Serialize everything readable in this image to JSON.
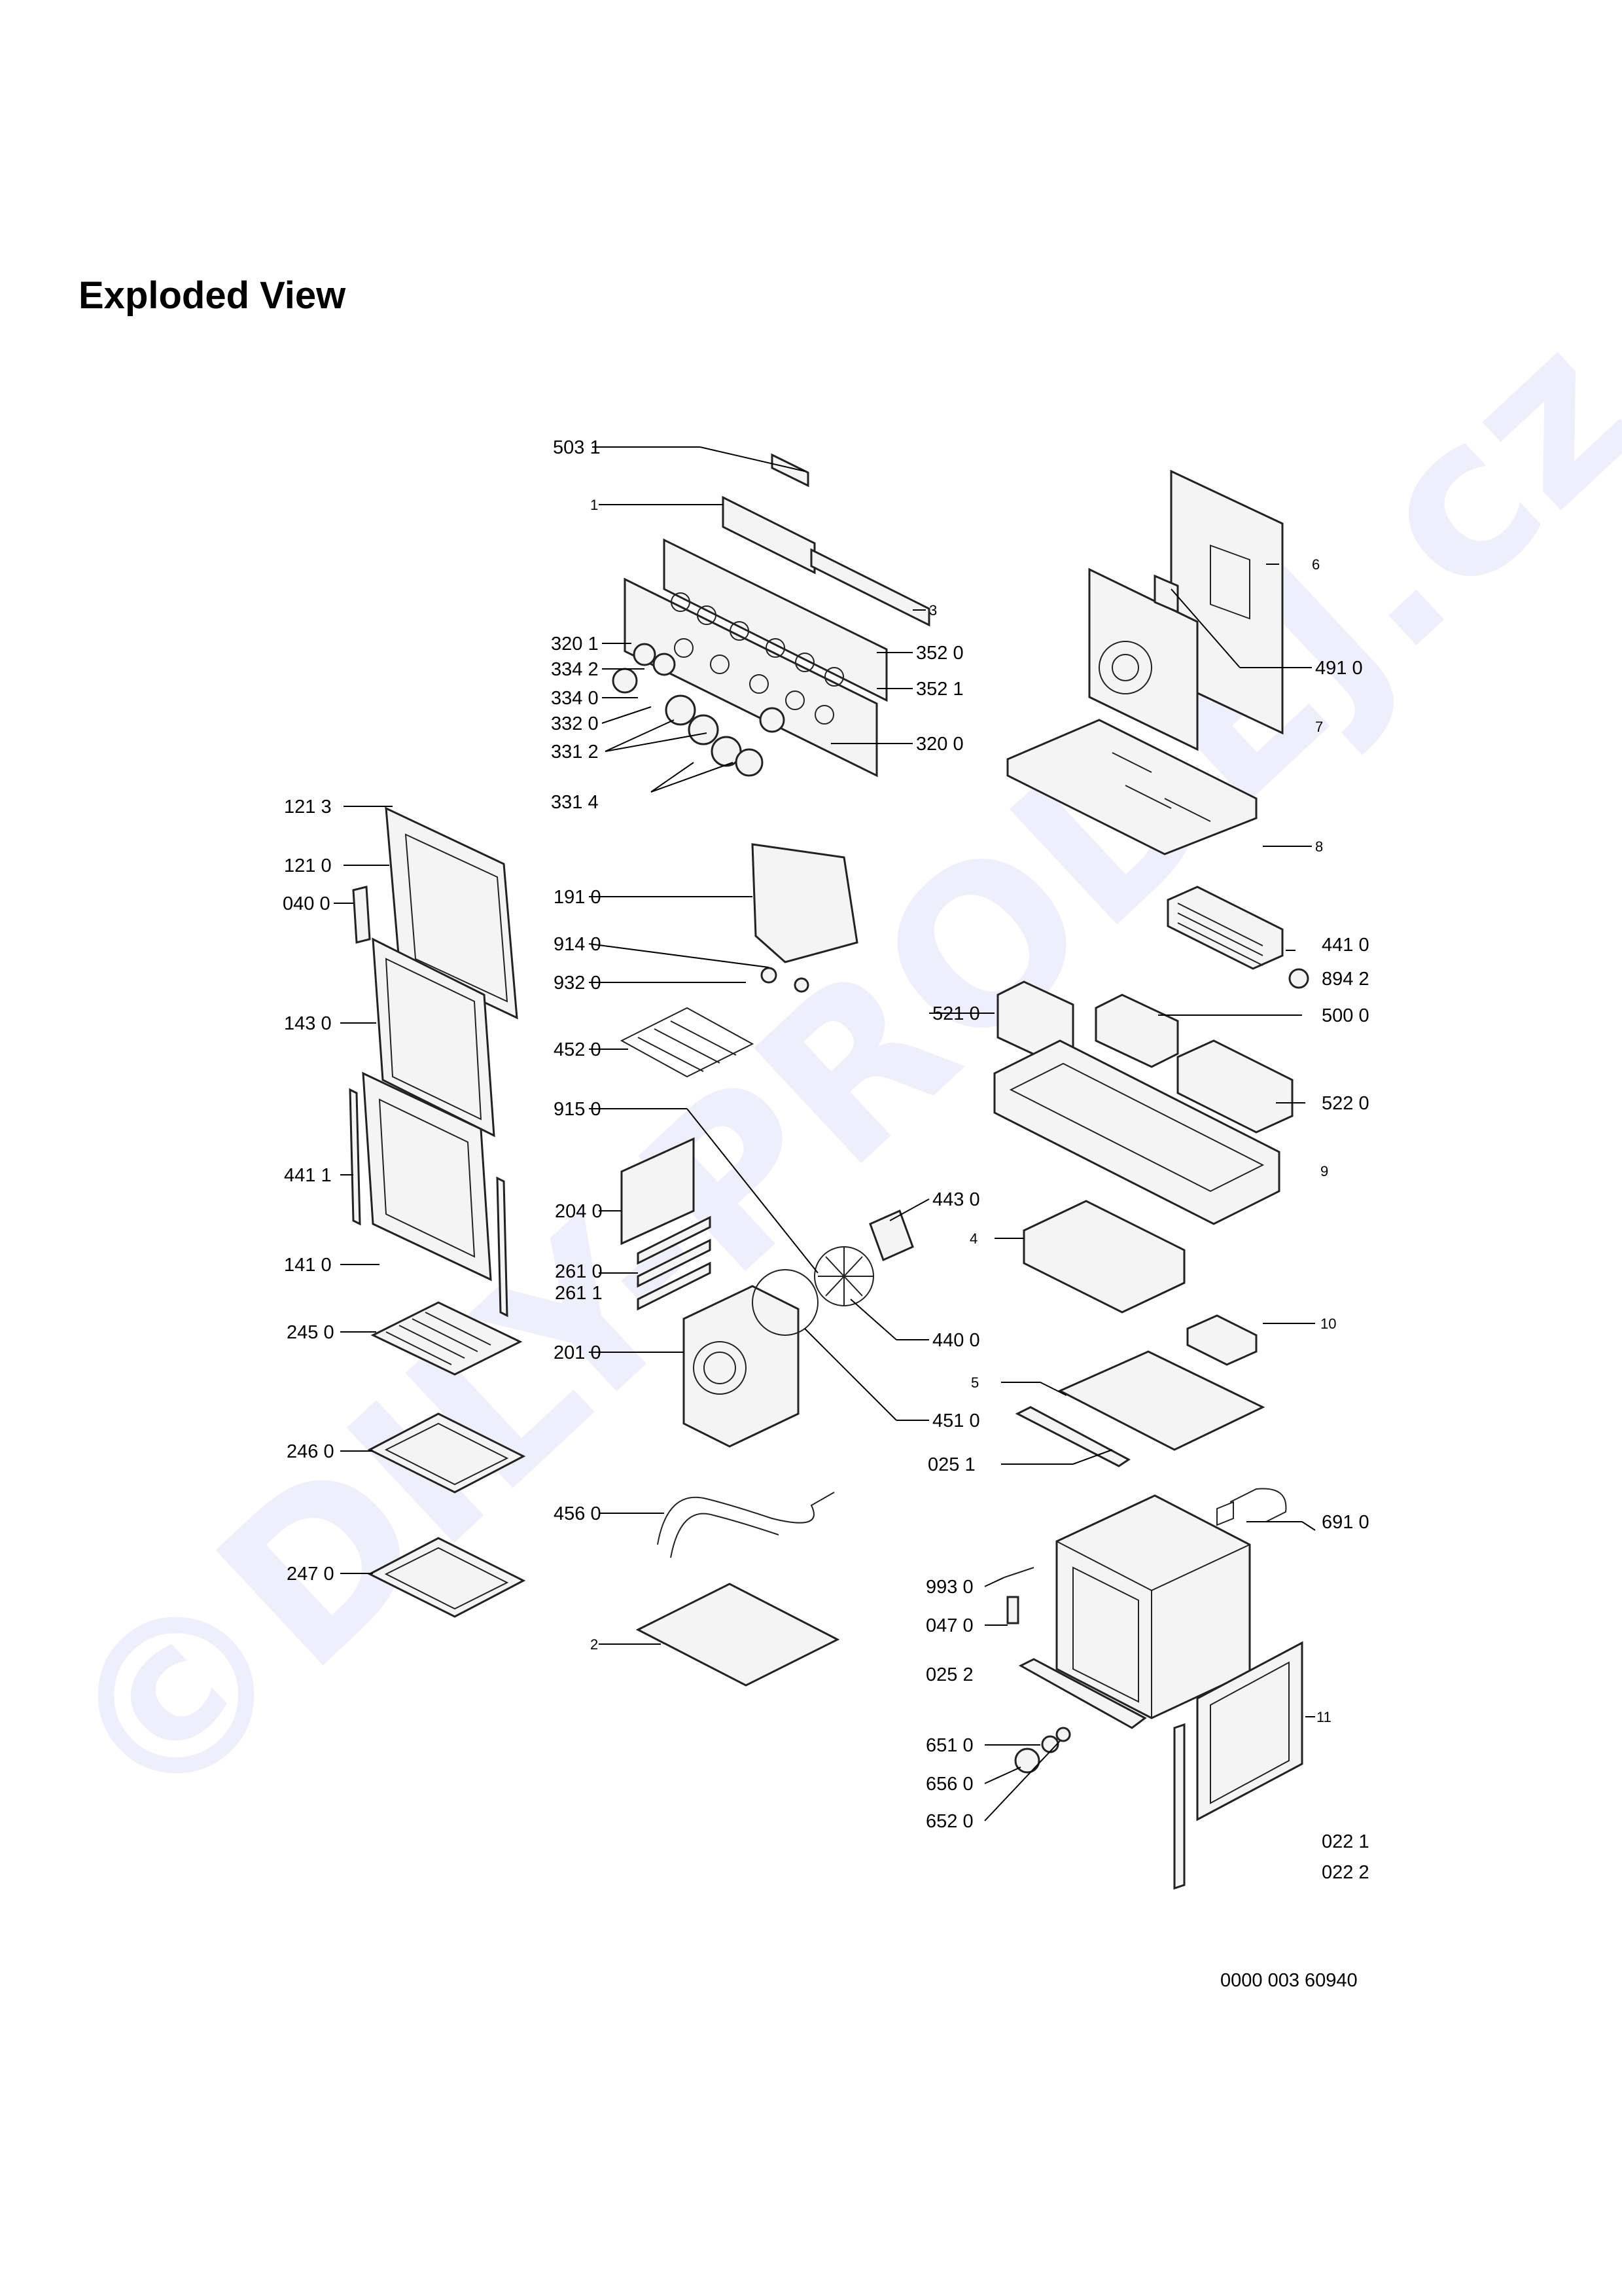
{
  "page": {
    "title": "Exploded View",
    "drawing_number": "0000 003 60940",
    "watermark": "©DILY-PRODEJ.cz"
  },
  "parts": [
    {
      "id": "p5031",
      "label": "503 1"
    },
    {
      "id": "p1",
      "label": "1"
    },
    {
      "id": "p3",
      "label": "3"
    },
    {
      "id": "p3520",
      "label": "352 0"
    },
    {
      "id": "p3521",
      "label": "352 1"
    },
    {
      "id": "p3201",
      "label": "320 1"
    },
    {
      "id": "p3342",
      "label": "334 2"
    },
    {
      "id": "p3340",
      "label": "334 0"
    },
    {
      "id": "p3320",
      "label": "332 0"
    },
    {
      "id": "p3312",
      "label": "331 2"
    },
    {
      "id": "p3200",
      "label": "320 0"
    },
    {
      "id": "p3314",
      "label": "331 4"
    },
    {
      "id": "p6",
      "label": "6"
    },
    {
      "id": "p4910",
      "label": "491 0"
    },
    {
      "id": "p7",
      "label": "7"
    },
    {
      "id": "p8",
      "label": "8"
    },
    {
      "id": "p1213",
      "label": "121 3"
    },
    {
      "id": "p1210",
      "label": "121 0"
    },
    {
      "id": "p0400",
      "label": "040 0"
    },
    {
      "id": "p1430",
      "label": "143 0"
    },
    {
      "id": "p4411",
      "label": "441 1"
    },
    {
      "id": "p1410",
      "label": "141 0"
    },
    {
      "id": "p2450",
      "label": "245 0"
    },
    {
      "id": "p2460",
      "label": "246 0"
    },
    {
      "id": "p2470",
      "label": "247 0"
    },
    {
      "id": "p1910",
      "label": "191 0"
    },
    {
      "id": "p9140",
      "label": "914 0"
    },
    {
      "id": "p9320",
      "label": "932 0"
    },
    {
      "id": "p4520",
      "label": "452 0"
    },
    {
      "id": "p9150",
      "label": "915 0"
    },
    {
      "id": "p2040",
      "label": "204 0"
    },
    {
      "id": "p2610",
      "label": "261 0"
    },
    {
      "id": "p2611",
      "label": "261 1"
    },
    {
      "id": "p2010",
      "label": "201 0"
    },
    {
      "id": "p4560",
      "label": "456 0"
    },
    {
      "id": "p2",
      "label": "2"
    },
    {
      "id": "p4430",
      "label": "443 0"
    },
    {
      "id": "p4400",
      "label": "440 0"
    },
    {
      "id": "p4510",
      "label": "451 0"
    },
    {
      "id": "p4410",
      "label": "441 0"
    },
    {
      "id": "p8942",
      "label": "894 2"
    },
    {
      "id": "p5210",
      "label": "521 0"
    },
    {
      "id": "p5000",
      "label": "500 0"
    },
    {
      "id": "p5220",
      "label": "522 0"
    },
    {
      "id": "p9",
      "label": "9"
    },
    {
      "id": "p4",
      "label": "4"
    },
    {
      "id": "p10",
      "label": "10"
    },
    {
      "id": "p5",
      "label": "5"
    },
    {
      "id": "p0251",
      "label": "025 1"
    },
    {
      "id": "p6910",
      "label": "691 0"
    },
    {
      "id": "p9930",
      "label": "993 0"
    },
    {
      "id": "p0470",
      "label": "047 0"
    },
    {
      "id": "p0252",
      "label": "025 2"
    },
    {
      "id": "p6510",
      "label": "651 0"
    },
    {
      "id": "p6560",
      "label": "656 0"
    },
    {
      "id": "p6520",
      "label": "652 0"
    },
    {
      "id": "p11",
      "label": "11"
    },
    {
      "id": "p0221",
      "label": "022 1"
    },
    {
      "id": "p0222",
      "label": "022 2"
    }
  ]
}
